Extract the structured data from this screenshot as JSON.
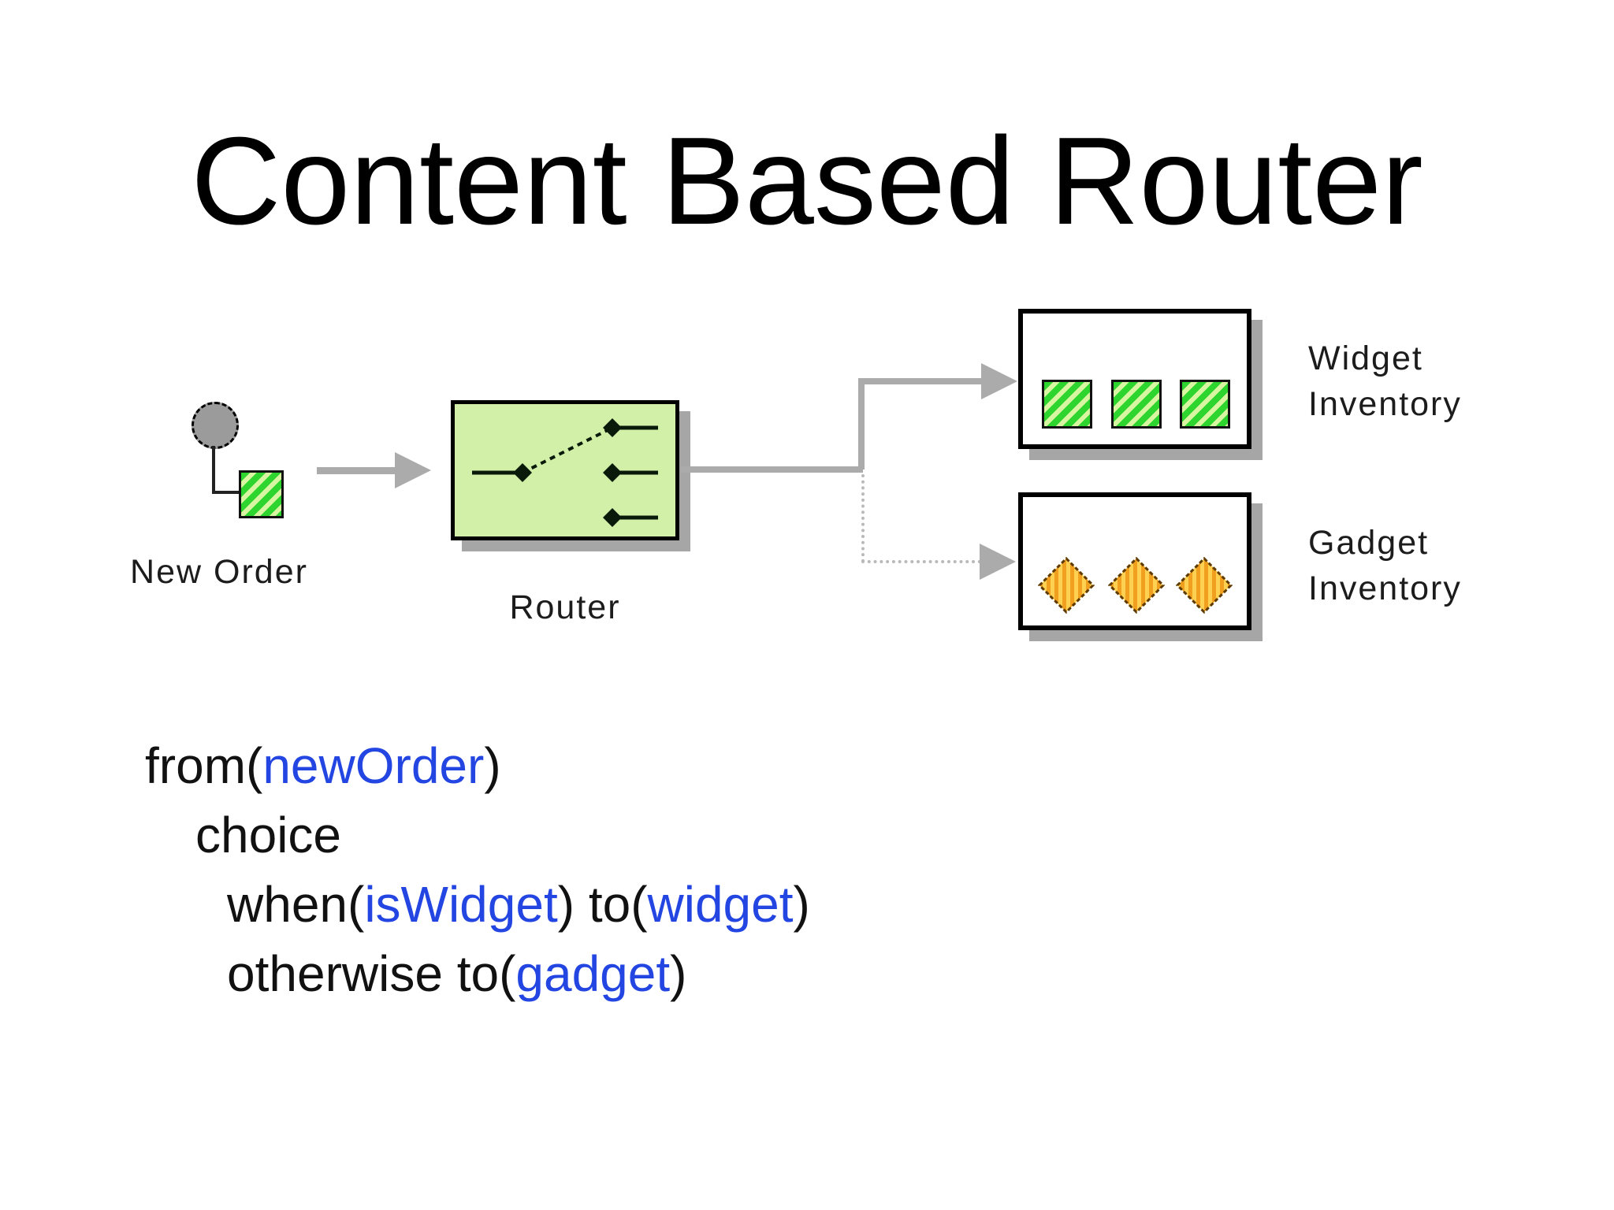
{
  "title": "Content Based Router",
  "diagram": {
    "source_label": "New Order",
    "router_label": "Router",
    "widget_inventory_label": "Widget\nInventory",
    "gadget_inventory_label": "Gadget\nInventory",
    "widget_item_count": 3,
    "gadget_item_count": 3,
    "router_output_count": 3
  },
  "code": {
    "lines": [
      {
        "indent": 0,
        "segments": [
          {
            "text": "from(",
            "color": "black"
          },
          {
            "text": "newOrder",
            "color": "blue"
          },
          {
            "text": ")",
            "color": "black"
          }
        ]
      },
      {
        "indent": 1,
        "segments": [
          {
            "text": "choice",
            "color": "black"
          }
        ]
      },
      {
        "indent": 2,
        "segments": [
          {
            "text": "when(",
            "color": "black"
          },
          {
            "text": "isWidget",
            "color": "blue"
          },
          {
            "text": ") to(",
            "color": "black"
          },
          {
            "text": "widget",
            "color": "blue"
          },
          {
            "text": ")",
            "color": "black"
          }
        ]
      },
      {
        "indent": 2,
        "segments": [
          {
            "text": "otherwise to(",
            "color": "black"
          },
          {
            "text": "gadget",
            "color": "blue"
          },
          {
            "text": ")",
            "color": "black"
          }
        ]
      }
    ]
  },
  "colors": {
    "title_text": "#000000",
    "label_text": "#1c1c1c",
    "code_text": "#111111",
    "code_blue": "#2345e2",
    "router_fill": "#d2f0a8",
    "diagram_line": "#ababab",
    "diagram_line_dotted": "#b9b9b9",
    "box_border": "#000000",
    "box_shadow": "#a6a6a6",
    "message_circle_fill": "#9b9b9b",
    "widget_green": "#2ed52e",
    "widget_green_light": "#d8f6a2",
    "gadget_orange": "#f0a01e",
    "gadget_orange_light": "#ffd152",
    "gadget_border": "#5f3a00",
    "switch_stroke": "#0a1a0a"
  }
}
